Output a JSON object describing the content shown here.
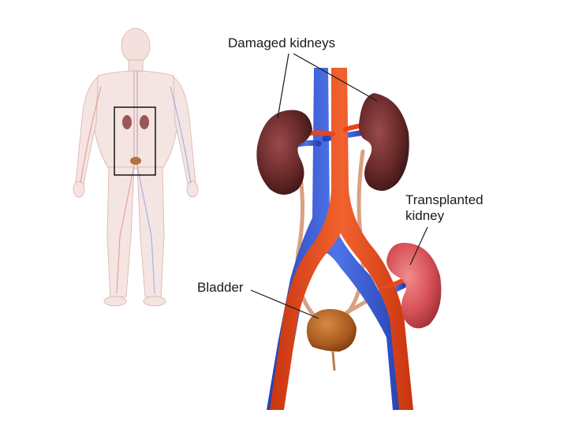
{
  "labels": {
    "damaged_kidneys": "Damaged kidneys",
    "transplanted_kidney_line1": "Transplanted",
    "transplanted_kidney_line2": "kidney",
    "bladder": "Bladder"
  },
  "colors": {
    "artery": "#e8461c",
    "vein": "#3a5cd6",
    "ureter": "#d9a083",
    "damaged_kidney": "#6b2b2b",
    "transplanted_kidney": "#d8545a",
    "bladder": "#a8591f",
    "body_silhouette": "#e8c8c4",
    "leader_line": "#1a1a1a"
  }
}
